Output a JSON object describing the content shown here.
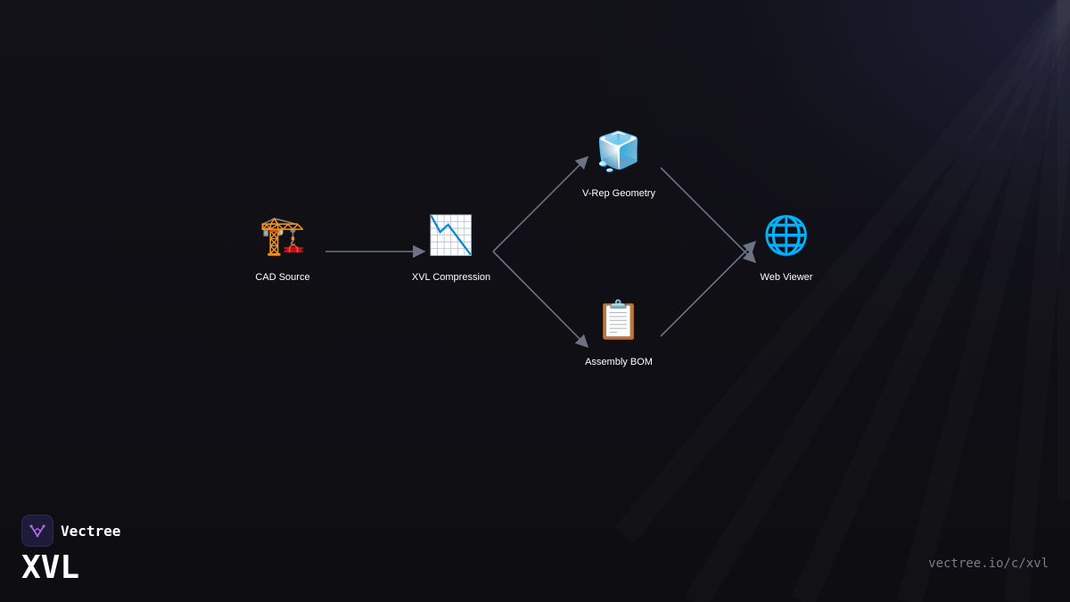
{
  "diagram": {
    "nodes": [
      {
        "id": "cad",
        "icon": "🏗️",
        "icon_name": "construction-crane-icon",
        "label": "CAD Source"
      },
      {
        "id": "xvl",
        "icon": "📉",
        "icon_name": "chart-decreasing-icon",
        "label": "XVL Compression"
      },
      {
        "id": "vrep",
        "icon": "🧊",
        "icon_name": "ice-cube-icon",
        "label": "V-Rep Geometry"
      },
      {
        "id": "bom",
        "icon": "📋",
        "icon_name": "clipboard-icon",
        "label": "Assembly BOM"
      },
      {
        "id": "web",
        "icon": "🌐",
        "icon_name": "globe-icon",
        "label": "Web Viewer"
      }
    ],
    "edges": [
      {
        "from": "cad",
        "to": "xvl"
      },
      {
        "from": "xvl",
        "to": "vrep"
      },
      {
        "from": "xvl",
        "to": "bom"
      },
      {
        "from": "vrep",
        "to": "web"
      },
      {
        "from": "bom",
        "to": "web"
      }
    ],
    "edge_color": "#6b7384"
  },
  "brand": {
    "name": "Vectree",
    "product": "XVL",
    "logo_icon": "vectree-logo-icon",
    "accent": "#a66be6"
  },
  "footer": {
    "url": "vectree.io/c/xvl"
  }
}
